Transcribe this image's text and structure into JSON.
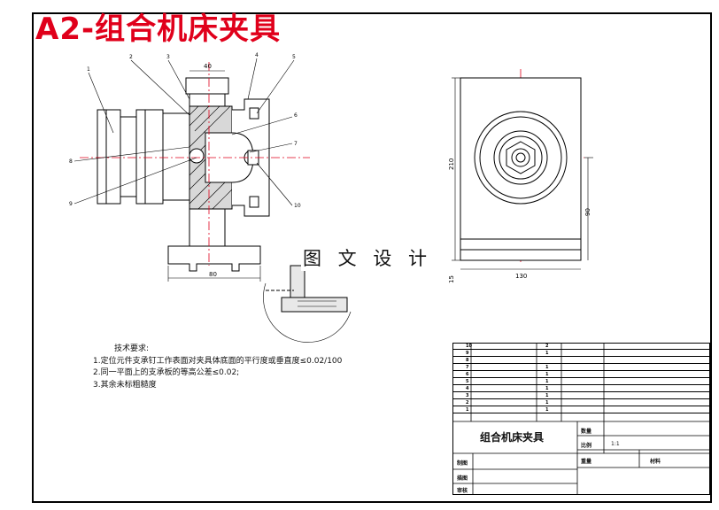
{
  "header": {
    "title": "A2-组合机床夹具"
  },
  "watermark": "图 文 设 计",
  "dimensions": {
    "top_width": "40",
    "base_width": "80",
    "height_total": "210",
    "height_lower": "90",
    "width_side": "130",
    "bottom_offset": "15"
  },
  "balloons": [
    "1",
    "2",
    "3",
    "4",
    "5",
    "6",
    "7",
    "8",
    "9",
    "10"
  ],
  "notes": {
    "heading": "技术要求:",
    "items": [
      "1.定位元件支承钉工作表面对夹具体底面的平行度或垂直度≤0.02/100",
      "2.同一平面上的支承板的等高公差≤0.02;",
      "3.其余未标粗糙度"
    ]
  },
  "title_block": {
    "drawing_name": "组合机床夹具",
    "scale_label": "比例",
    "scale_value": "1:1",
    "qty_label": "数量",
    "weight_label": "重量",
    "material_label": "材料",
    "drawn_label": "制图",
    "design_label": "描图",
    "check_label": "审核",
    "parts": [
      {
        "no": "10",
        "name": "",
        "qty": "2",
        "mat": "",
        "note": ""
      },
      {
        "no": "9",
        "name": "",
        "qty": "1",
        "mat": "",
        "note": ""
      },
      {
        "no": "8",
        "name": "",
        "qty": "",
        "mat": "",
        "note": ""
      },
      {
        "no": "7",
        "name": "",
        "qty": "1",
        "mat": "",
        "note": ""
      },
      {
        "no": "6",
        "name": "",
        "qty": "1",
        "mat": "",
        "note": ""
      },
      {
        "no": "5",
        "name": "",
        "qty": "1",
        "mat": "",
        "note": ""
      },
      {
        "no": "4",
        "name": "",
        "qty": "1",
        "mat": "",
        "note": ""
      },
      {
        "no": "3",
        "name": "",
        "qty": "1",
        "mat": "",
        "note": ""
      },
      {
        "no": "2",
        "name": "",
        "qty": "1",
        "mat": "",
        "note": ""
      },
      {
        "no": "1",
        "name": "",
        "qty": "1",
        "mat": "",
        "note": ""
      }
    ]
  },
  "colors": {
    "title": "#e0001b",
    "center_line": "#e0001b",
    "line": "#000000"
  }
}
